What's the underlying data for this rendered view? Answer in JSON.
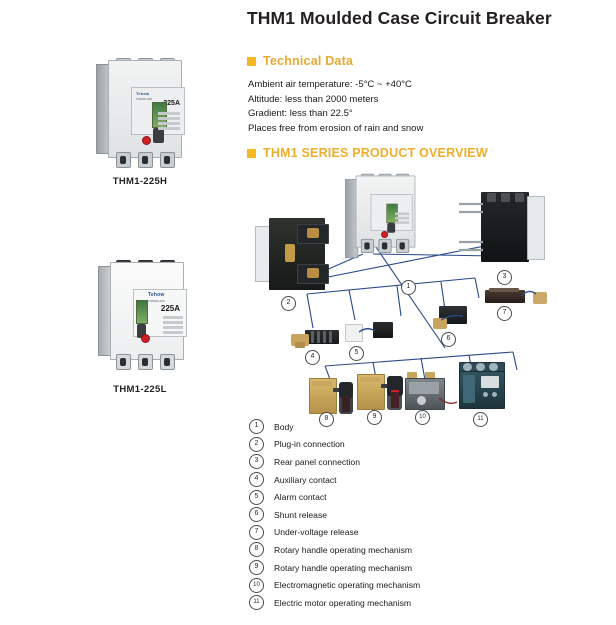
{
  "document": {
    "title": "THM1 Moulded Case Circuit Breaker"
  },
  "sections": {
    "technical": {
      "heading": "Technical Data",
      "lines": [
        "Ambient air temperature: -5°C ~ +40°C",
        "Altitude: less than 2000 meters",
        "Gradient: less than 22.5°",
        "Places free from erosion of rain and snow"
      ]
    },
    "overview": {
      "heading": "THM1 SERIES PRODUCT OVERVIEW"
    }
  },
  "products": [
    {
      "caption": "THM1-225H",
      "brand": "Tehow",
      "model": "THM1F-225",
      "rating": "225A"
    },
    {
      "caption": "THM1-225L",
      "brand": "Tehow",
      "model": "THM1M-225",
      "rating": "225A"
    }
  ],
  "diagram": {
    "callouts": [
      {
        "number": "1",
        "label": "Body"
      },
      {
        "number": "2",
        "label": "Plug-in connection"
      },
      {
        "number": "3",
        "label": "Rear panel connection"
      },
      {
        "number": "4",
        "label": "Auxiliary contact"
      },
      {
        "number": "5",
        "label": "Alarm contact"
      },
      {
        "number": "6",
        "label": "Shunt release"
      },
      {
        "number": "7",
        "label": "Under-voltage release"
      },
      {
        "number": "8",
        "label": "Rotary handle operating mechanism"
      },
      {
        "number": "9",
        "label": "Rotary handle operating mechanism"
      },
      {
        "number": "10",
        "label": "Electromagnetic operating mechanism"
      },
      {
        "number": "11",
        "label": "Electric motor operating mechanism"
      }
    ]
  },
  "colors": {
    "accent": "#E9A830",
    "bullet": "#F5B723",
    "connector_line": "#2A4A8A",
    "title": "#231f20",
    "background": "#FFFFFF"
  }
}
